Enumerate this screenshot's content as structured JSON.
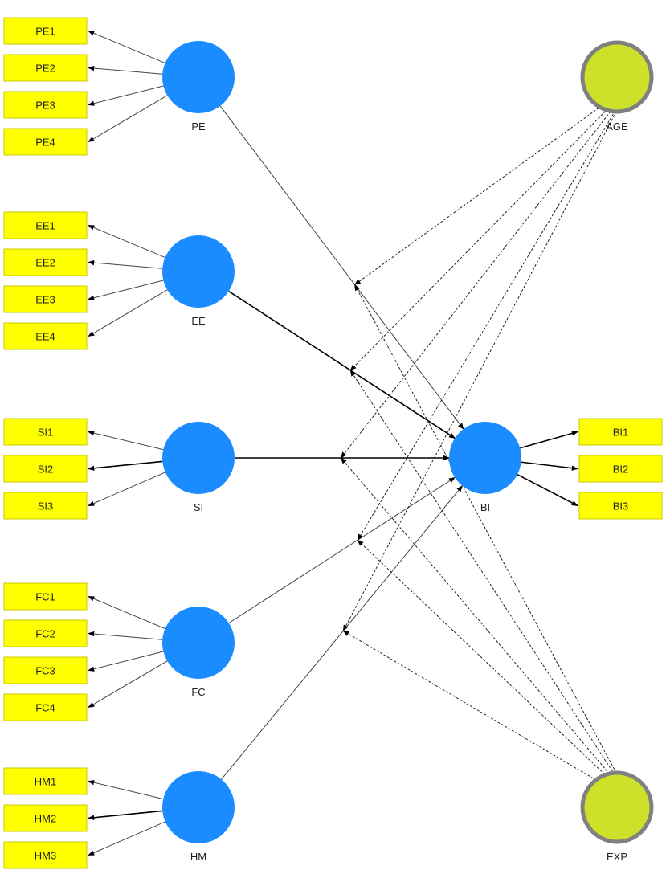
{
  "constructs": {
    "PE": {
      "label": "PE",
      "indicators": [
        "PE1",
        "PE2",
        "PE3",
        "PE4"
      ]
    },
    "EE": {
      "label": "EE",
      "indicators": [
        "EE1",
        "EE2",
        "EE3",
        "EE4"
      ]
    },
    "SI": {
      "label": "SI",
      "indicators": [
        "SI1",
        "SI2",
        "SI3"
      ]
    },
    "FC": {
      "label": "FC",
      "indicators": [
        "FC1",
        "FC2",
        "FC3",
        "FC4"
      ]
    },
    "HM": {
      "label": "HM",
      "indicators": [
        "HM1",
        "HM2",
        "HM3"
      ]
    },
    "BI": {
      "label": "BI",
      "indicators": [
        "BI1",
        "BI2",
        "BI3"
      ]
    },
    "AGE": {
      "label": "AGE",
      "indicators": []
    },
    "EXP": {
      "label": "EXP",
      "indicators": []
    }
  },
  "colors": {
    "latent": "#1a8cff",
    "moderator_fill": "#cde02a",
    "moderator_border": "#808080",
    "indicator_fill": "#ffff00"
  },
  "structural_paths": [
    {
      "from": "PE",
      "to": "BI"
    },
    {
      "from": "EE",
      "to": "BI"
    },
    {
      "from": "SI",
      "to": "BI"
    },
    {
      "from": "FC",
      "to": "BI"
    },
    {
      "from": "HM",
      "to": "BI"
    }
  ],
  "moderation_paths": [
    {
      "moderator": "AGE",
      "path": "PE-BI"
    },
    {
      "moderator": "AGE",
      "path": "EE-BI"
    },
    {
      "moderator": "AGE",
      "path": "SI-BI"
    },
    {
      "moderator": "AGE",
      "path": "FC-BI"
    },
    {
      "moderator": "AGE",
      "path": "HM-BI"
    },
    {
      "moderator": "EXP",
      "path": "PE-BI"
    },
    {
      "moderator": "EXP",
      "path": "EE-BI"
    },
    {
      "moderator": "EXP",
      "path": "SI-BI"
    },
    {
      "moderator": "EXP",
      "path": "FC-BI"
    },
    {
      "moderator": "EXP",
      "path": "HM-BI"
    }
  ]
}
